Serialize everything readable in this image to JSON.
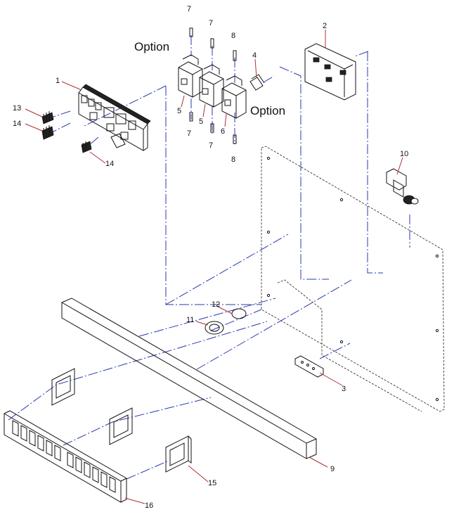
{
  "option_labels": [
    "Option",
    "Option"
  ],
  "callouts": {
    "c1": "1",
    "c2": "2",
    "c3": "3",
    "c4": "4",
    "c5a": "5",
    "c5b": "5",
    "c6": "6",
    "c7a": "7",
    "c7b": "7",
    "c7c": "7",
    "c7d": "7",
    "c8a": "8",
    "c8b": "8",
    "c9": "9",
    "c10": "10",
    "c11": "11",
    "c12": "12",
    "c13": "13",
    "c14a": "14",
    "c14b": "14",
    "c15": "15",
    "c16": "16"
  },
  "colors": {
    "guide": "#2a3ab0",
    "leader": "#b03030",
    "line": "#111111"
  }
}
